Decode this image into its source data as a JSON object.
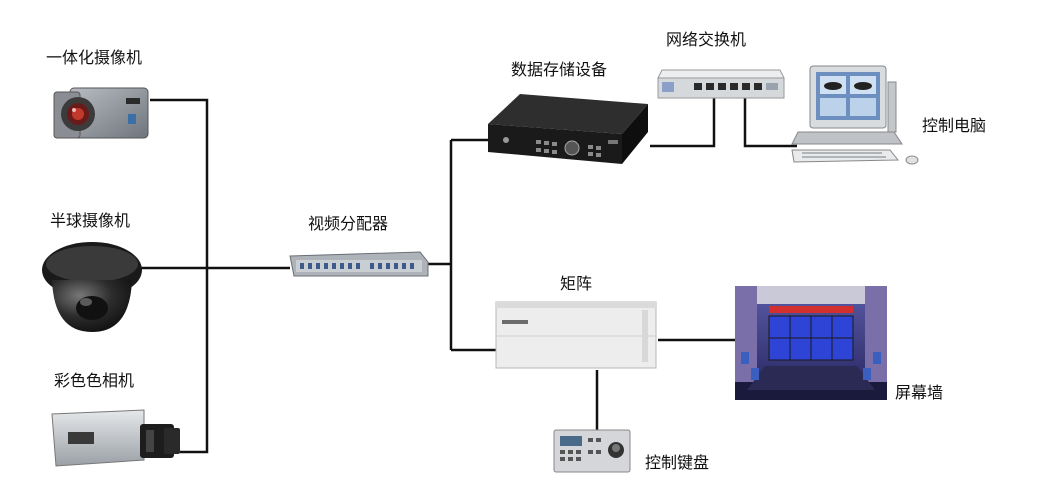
{
  "labels": {
    "integrated_camera": "一体化摄像机",
    "dome_camera": "半球摄像机",
    "color_camera": "彩色色相机",
    "video_splitter": "视频分配器",
    "data_storage": "数据存储设备",
    "network_switch": "网络交换机",
    "control_pc": "控制电脑",
    "matrix": "矩阵",
    "video_wall": "屏幕墙",
    "control_keyboard": "控制键盘"
  },
  "colors": {
    "wire": "#111111",
    "storage_body": "#1e1e1e",
    "switch_body": "#dcdcdc",
    "matrix_body": "#ececec",
    "wall_room": "#3a3aa0",
    "wall_screen": "#2d44d6",
    "carpet": "#1a1a3c"
  },
  "icons": [
    "box-camera-icon",
    "dome-camera-icon",
    "bullet-camera-icon",
    "splitter-icon",
    "dvr-icon",
    "switch-icon",
    "computer-icon",
    "matrix-icon",
    "video-wall-icon",
    "keyboard-icon"
  ]
}
